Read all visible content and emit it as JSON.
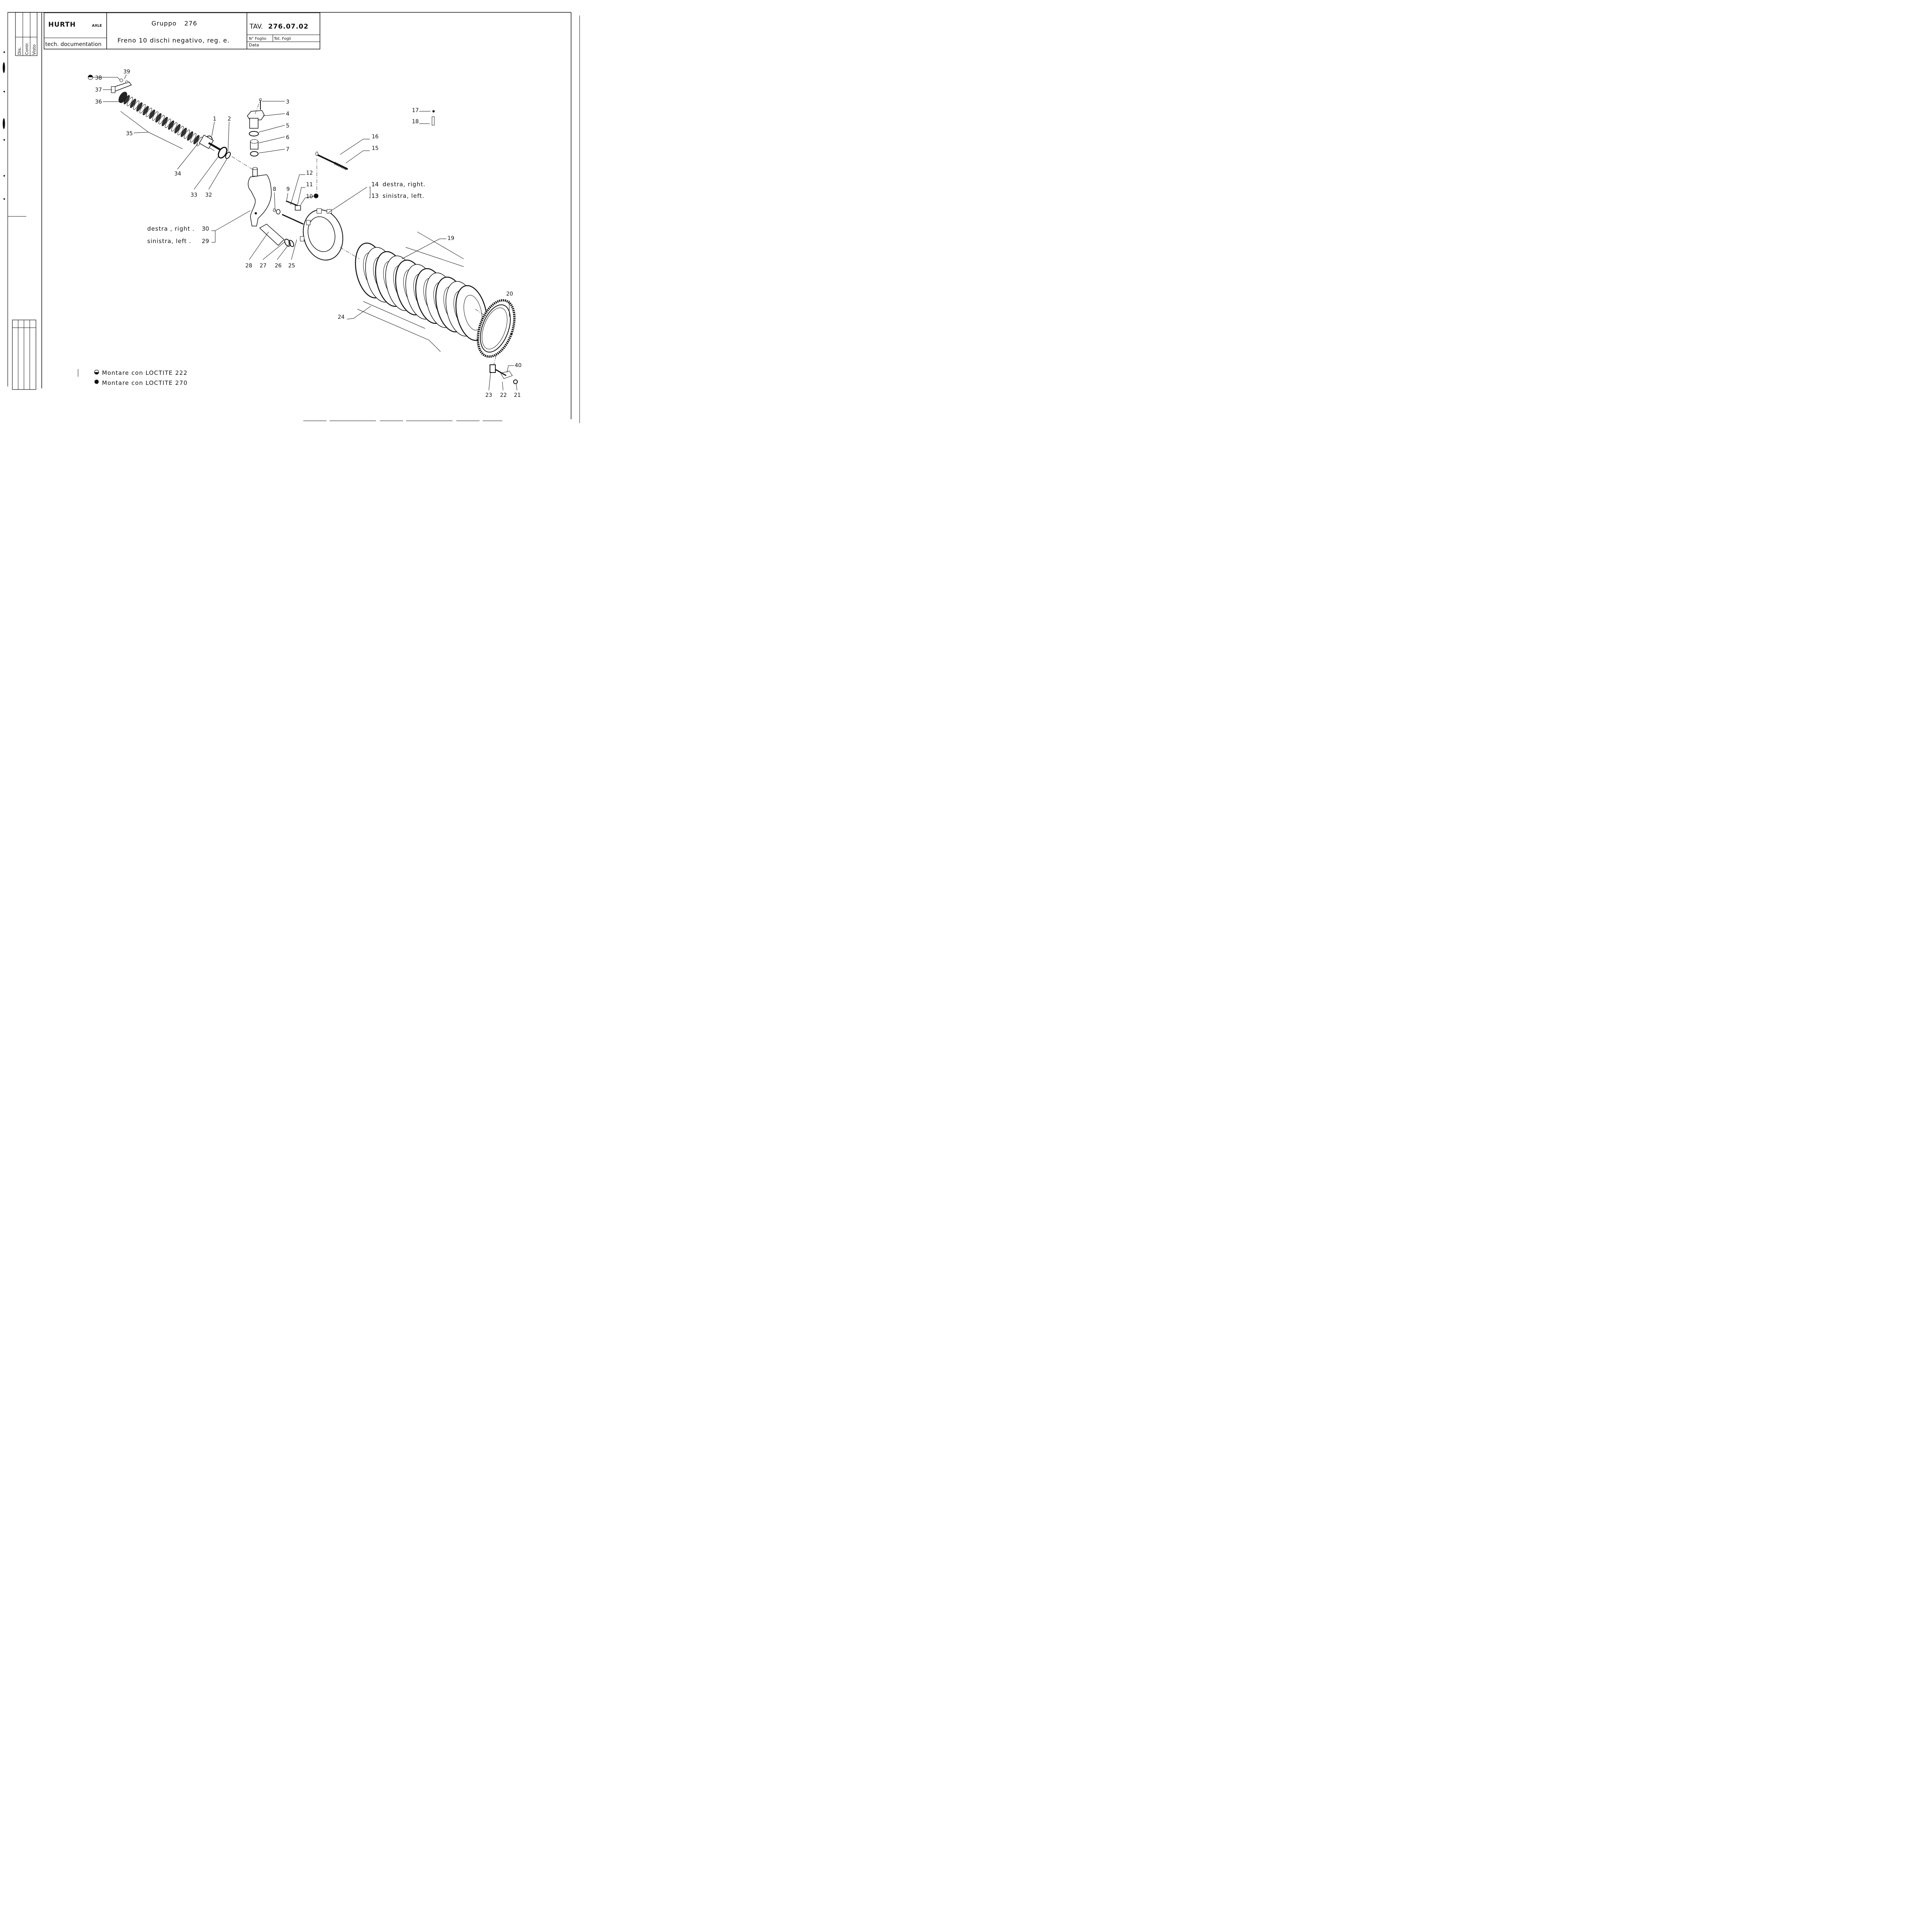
{
  "title_block": {
    "logo_text": "HURTH",
    "logo_suffix": "AXLE",
    "department": "tech. documentation",
    "group_label": "Gruppo",
    "group_number": "276",
    "description": "Freno 10 dischi negativo, reg. e.",
    "table_label": "TAV.",
    "table_number": "276.07.02",
    "sheet_label": "N° Foglio",
    "total_sheets_label": "Tot. Fogli",
    "date_label": "Data"
  },
  "signature_strip": [
    "Dis.",
    "Contr.",
    "Visto"
  ],
  "callouts": {
    "c1": "1",
    "c2": "2",
    "c3": "3",
    "c4": "4",
    "c5": "5",
    "c6": "6",
    "c7": "7",
    "c8": "8",
    "c9": "9",
    "c10": "10",
    "c11": "11",
    "c12": "12",
    "c13": "13",
    "c14": "14",
    "c15": "15",
    "c16": "16",
    "c17": "17",
    "c18": "18",
    "c19": "19",
    "c20": "20",
    "c21": "21",
    "c22": "22",
    "c23": "23",
    "c24": "24",
    "c25": "25",
    "c26": "26",
    "c27": "27",
    "c28": "28",
    "c29": "29",
    "c30": "30",
    "c32": "32",
    "c33": "33",
    "c34": "34",
    "c35": "35",
    "c36": "36",
    "c37": "37",
    "c38": "38",
    "c39": "39",
    "c40": "40",
    "side_14": "destra, right.",
    "side_13": "sinistra, left.",
    "side_30": "destra , right .",
    "side_29": "sinistra, left ."
  },
  "legend": [
    {
      "symbol": "half-filled-dot",
      "text": "Montare con LOCTITE 222"
    },
    {
      "symbol": "filled-dot",
      "text": "Montare con LOCTITE 270"
    }
  ]
}
